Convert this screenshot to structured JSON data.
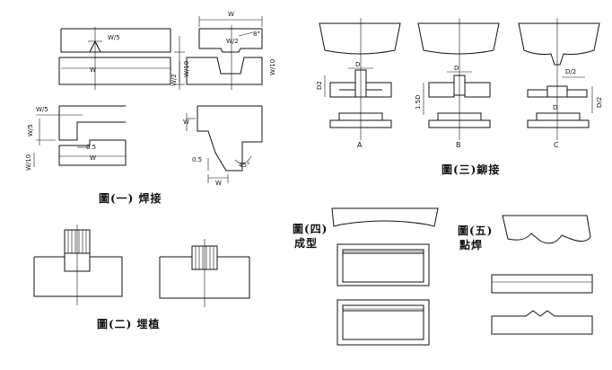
{
  "captions": {
    "fig1": "圖(一) 焊接",
    "fig2": "圖(二) 埋植",
    "fig3": "圖(三)鉚接",
    "fig4_l1": "圖(四)",
    "fig4_l2": "成型",
    "fig5_l1": "圖(五)",
    "fig5_l2": "點焊"
  },
  "fig1_labels": {
    "a_top": "W/5",
    "a_w": "W",
    "a_side": "W/10",
    "b_top": "W",
    "b_mid": "W/2",
    "b_angle": "8°",
    "b_left": "W/2",
    "b_right": "W/10",
    "c_top": "W/5",
    "c_left": "W/5",
    "c_mid": "0.5",
    "c_w": "W",
    "c_side": "W/10",
    "d_left": "W",
    "d_mid": "0.5",
    "d_angle": "45°",
    "d_w": "W"
  },
  "fig3_labels": {
    "a_d": "D",
    "a_d2": "D2",
    "b_d": "D",
    "b_15d": "1.5D",
    "c_d2_top": "D/2",
    "c_d": "D",
    "c_d2_side": "D/2",
    "col_a": "A",
    "col_b": "B",
    "col_c": "C"
  }
}
